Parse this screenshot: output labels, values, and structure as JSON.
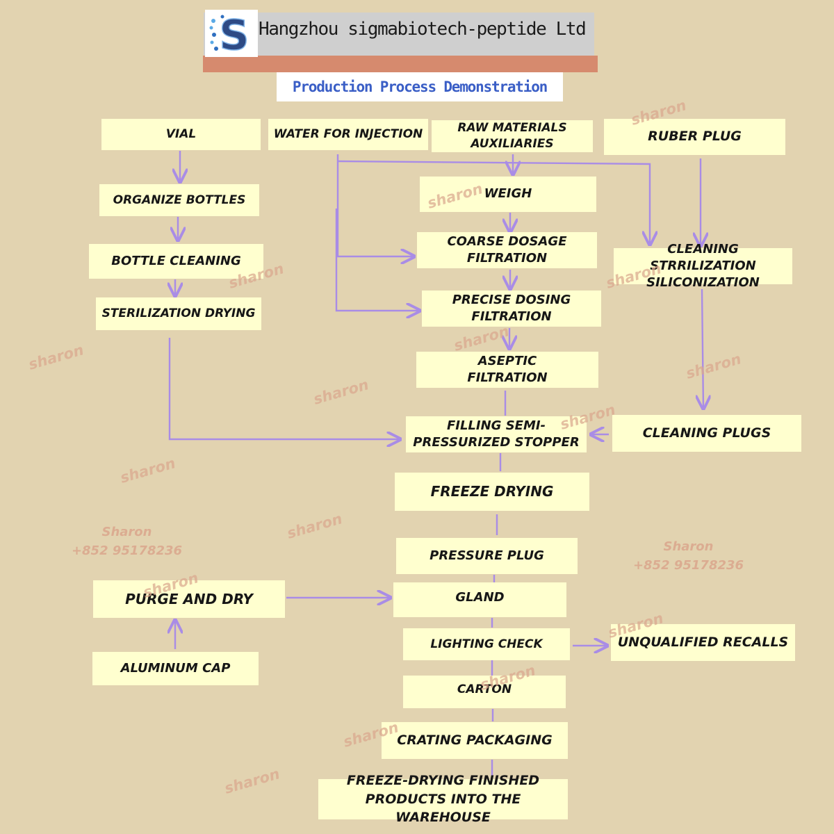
{
  "header": {
    "company": "Hangzhou sigmabiotech-peptide Ltd",
    "logo_letter": "S",
    "subtitle": "Production Process Demonstration"
  },
  "steps": {
    "vial": "VIAL",
    "water": "WATER FOR INJECTION",
    "raw": "RAW MATERIALS\nAUXILIARIES",
    "plug": "RUBER PLUG",
    "organize": "ORGANIZE BOTTLES",
    "weigh": "WEIGH",
    "coarse": "COARSE DOSAGE\nFILTRATION",
    "plug_clean": "CLEANING STRRILIZATION\nSILICONIZATION",
    "bottle_clean": "BOTTLE CLEANING",
    "steril": "STERILIZATION DRYING",
    "precise": "PRECISE DOSING\nFILTRATION",
    "aseptic": "ASEPTIC\nFILTRATION",
    "filling": "FILLING SEMI-\nPRESSURIZED STOPPER",
    "clean_plugs": "CLEANING PLUGS",
    "freeze": "FREEZE DRYING",
    "pressure": "PRESSURE PLUG",
    "purge": "PURGE AND DRY",
    "gland": "GLAND",
    "alu": "ALUMINUM CAP",
    "lighting": "LIGHTING CHECK",
    "recall": "UNQUALIFIED RECALLS",
    "carton": "CARTON",
    "crating": "CRATING PACKAGING",
    "warehouse": "FREEZE-DRYING FINISHED\nPRODUCTS INTO THE WAREHOUSE"
  },
  "watermark": {
    "text": "sharon",
    "contact_name": "Sharon",
    "contact_phone": "+852 95178236"
  },
  "colors": {
    "background": "#e2d3b0",
    "box_fill": "#ffffcf",
    "arrow": "#a98ce6",
    "header_bar": "#cfcfcf",
    "header_accent": "#d68a6e",
    "subtitle_text": "#3a5ec6",
    "watermark": "#dba88e"
  }
}
